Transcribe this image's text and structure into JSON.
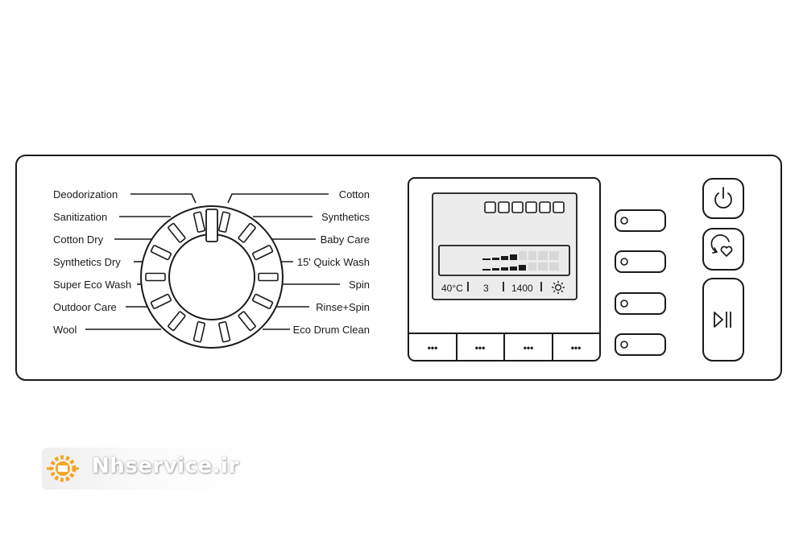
{
  "programs_left": [
    "Deodorization",
    "Sanitization",
    "Cotton Dry",
    "Synthetics Dry",
    "Super Eco Wash",
    "Outdoor Care",
    "Wool"
  ],
  "programs_right": [
    "Cotton",
    "Synthetics",
    "Baby Care",
    "15' Quick Wash",
    "Spin",
    "Rinse+Spin",
    "Eco Drum Clean"
  ],
  "display": {
    "temperature": "40°C",
    "rinse": "3",
    "spin": "1400",
    "sun_icon": "sun-icon"
  },
  "option_buttons": [
    "•••",
    "•••",
    "•••",
    "•••"
  ],
  "side_buttons": [
    "option-button-1",
    "option-button-2",
    "option-button-3",
    "option-button-4"
  ],
  "control_icons": [
    "power-icon",
    "smart-control-icon",
    "play-pause-icon"
  ],
  "watermark": {
    "text": "Nhservice.ir",
    "accent": "#f5a623"
  }
}
